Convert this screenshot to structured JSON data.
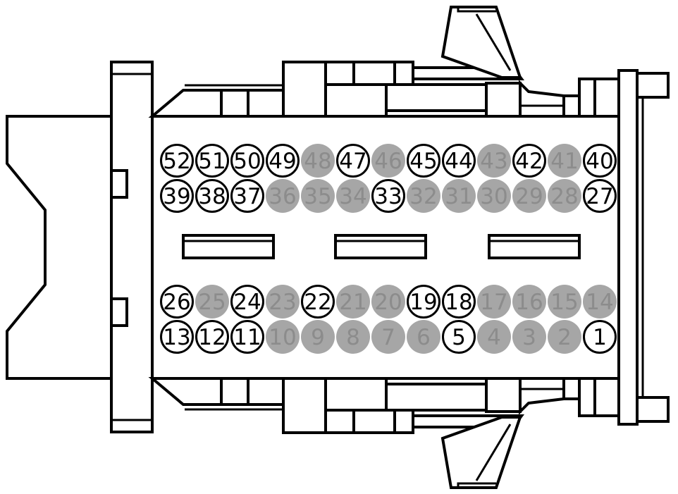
{
  "diagram": {
    "colors": {
      "line": "#000000",
      "background": "#ffffff",
      "empty_fill": "#a6a6a6",
      "empty_text": "#8c8c8c"
    },
    "rows": [
      {
        "name": "row-top-1",
        "pins": [
          {
            "n": "52",
            "active": true
          },
          {
            "n": "51",
            "active": true
          },
          {
            "n": "50",
            "active": true
          },
          {
            "n": "49",
            "active": true
          },
          {
            "n": "48",
            "active": false
          },
          {
            "n": "47",
            "active": true
          },
          {
            "n": "46",
            "active": false
          },
          {
            "n": "45",
            "active": true
          },
          {
            "n": "44",
            "active": true
          },
          {
            "n": "43",
            "active": false
          },
          {
            "n": "42",
            "active": true
          },
          {
            "n": "41",
            "active": false
          },
          {
            "n": "40",
            "active": true
          }
        ]
      },
      {
        "name": "row-top-2",
        "pins": [
          {
            "n": "39",
            "active": true
          },
          {
            "n": "38",
            "active": true
          },
          {
            "n": "37",
            "active": true
          },
          {
            "n": "36",
            "active": false
          },
          {
            "n": "35",
            "active": false
          },
          {
            "n": "34",
            "active": false
          },
          {
            "n": "33",
            "active": true
          },
          {
            "n": "32",
            "active": false
          },
          {
            "n": "31",
            "active": false
          },
          {
            "n": "30",
            "active": false
          },
          {
            "n": "29",
            "active": false
          },
          {
            "n": "28",
            "active": false
          },
          {
            "n": "27",
            "active": true
          }
        ]
      },
      {
        "name": "row-bottom-1",
        "pins": [
          {
            "n": "26",
            "active": true
          },
          {
            "n": "25",
            "active": false
          },
          {
            "n": "24",
            "active": true
          },
          {
            "n": "23",
            "active": false
          },
          {
            "n": "22",
            "active": true
          },
          {
            "n": "21",
            "active": false
          },
          {
            "n": "20",
            "active": false
          },
          {
            "n": "19",
            "active": true
          },
          {
            "n": "18",
            "active": true
          },
          {
            "n": "17",
            "active": false
          },
          {
            "n": "16",
            "active": false
          },
          {
            "n": "15",
            "active": false
          },
          {
            "n": "14",
            "active": false
          }
        ]
      },
      {
        "name": "row-bottom-2",
        "pins": [
          {
            "n": "13",
            "active": true
          },
          {
            "n": "12",
            "active": true
          },
          {
            "n": "11",
            "active": true
          },
          {
            "n": "10",
            "active": false
          },
          {
            "n": "9",
            "active": false
          },
          {
            "n": "8",
            "active": false
          },
          {
            "n": "7",
            "active": false
          },
          {
            "n": "6",
            "active": false
          },
          {
            "n": "5",
            "active": true
          },
          {
            "n": "4",
            "active": false
          },
          {
            "n": "3",
            "active": false
          },
          {
            "n": "2",
            "active": false
          },
          {
            "n": "1",
            "active": true
          }
        ]
      }
    ]
  }
}
